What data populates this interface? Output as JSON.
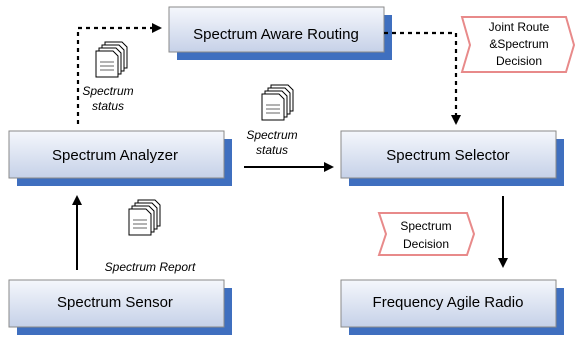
{
  "nodes": {
    "routing": "Spectrum Aware Routing",
    "analyzer": "Spectrum Analyzer",
    "selector": "Spectrum Selector",
    "sensor": "Spectrum Sensor",
    "radio": "Frequency Agile Radio"
  },
  "doc_labels": {
    "left_status_line1": "Spectrum",
    "left_status_line2": "status",
    "mid_status_line1": "Spectrum",
    "mid_status_line2": "status",
    "report": "Spectrum Report"
  },
  "tags": {
    "joint_line1": "Joint Route",
    "joint_line2": "&Spectrum",
    "joint_line3": "Decision",
    "decision_line1": "Spectrum",
    "decision_line2": "Decision"
  },
  "colors": {
    "box_fill_top": "#f4f6fb",
    "box_fill_bottom": "#c9d3e8",
    "box_shadow": "#3f6fbf",
    "tag_border": "#e88a8a",
    "arrow": "#000000"
  }
}
